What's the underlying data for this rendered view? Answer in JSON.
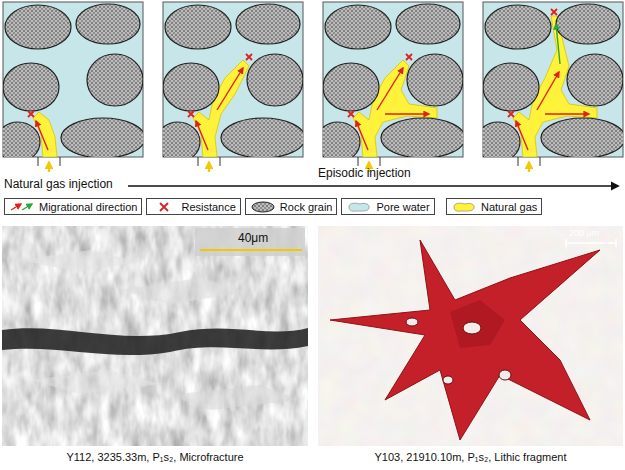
{
  "diagram": {
    "labels": [
      "Natural gas injection",
      "Episodic injection",
      "40μm",
      "200 μm",
      "Y112, 3235.33m, P₁s₂, Microfracture",
      "Y103, 21910.10m, P₁s₂, Lithic fragment"
    ],
    "legend": [
      {
        "text": "Migrational direction"
      },
      {
        "text": "Resistance"
      },
      {
        "text": "Rock grain"
      },
      {
        "text": "Pore water",
        "color": "#c7e6ea"
      },
      {
        "text": "Natural gas",
        "color": "#fff23a"
      }
    ]
  }
}
